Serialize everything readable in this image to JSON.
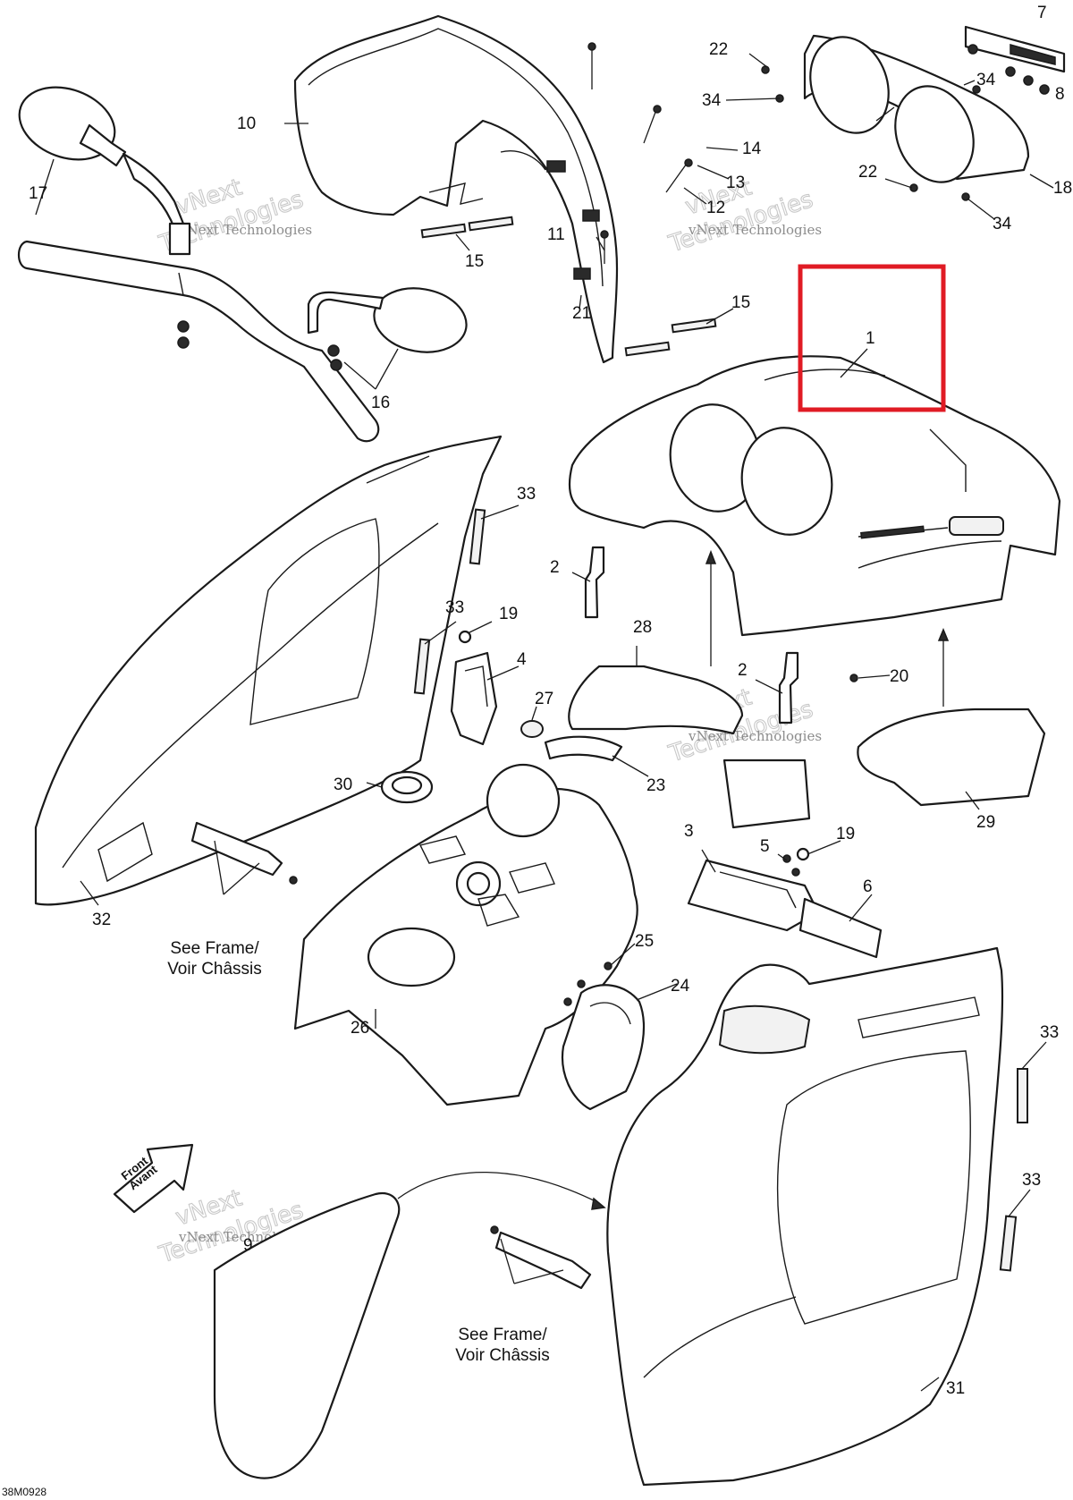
{
  "diagram": {
    "drawing_code": "38M0928",
    "highlight_color": "#e01b24",
    "callouts": [
      {
        "id": "c1",
        "label": "1"
      },
      {
        "id": "c2a",
        "label": "2"
      },
      {
        "id": "c2b",
        "label": "2"
      },
      {
        "id": "c3",
        "label": "3"
      },
      {
        "id": "c4",
        "label": "4"
      },
      {
        "id": "c5",
        "label": "5"
      },
      {
        "id": "c6",
        "label": "6"
      },
      {
        "id": "c7",
        "label": "7"
      },
      {
        "id": "c8",
        "label": "8"
      },
      {
        "id": "c9",
        "label": "9"
      },
      {
        "id": "c10",
        "label": "10"
      },
      {
        "id": "c11",
        "label": "11"
      },
      {
        "id": "c12",
        "label": "12"
      },
      {
        "id": "c13",
        "label": "13"
      },
      {
        "id": "c14",
        "label": "14"
      },
      {
        "id": "c15a",
        "label": "15"
      },
      {
        "id": "c15b",
        "label": "15"
      },
      {
        "id": "c16",
        "label": "16"
      },
      {
        "id": "c17",
        "label": "17"
      },
      {
        "id": "c18",
        "label": "18"
      },
      {
        "id": "c19a",
        "label": "19"
      },
      {
        "id": "c19b",
        "label": "19"
      },
      {
        "id": "c20",
        "label": "20"
      },
      {
        "id": "c21",
        "label": "21"
      },
      {
        "id": "c22a",
        "label": "22"
      },
      {
        "id": "c22b",
        "label": "22"
      },
      {
        "id": "c23",
        "label": "23"
      },
      {
        "id": "c24",
        "label": "24"
      },
      {
        "id": "c25",
        "label": "25"
      },
      {
        "id": "c26",
        "label": "26"
      },
      {
        "id": "c27",
        "label": "27"
      },
      {
        "id": "c28",
        "label": "28"
      },
      {
        "id": "c29",
        "label": "29"
      },
      {
        "id": "c30",
        "label": "30"
      },
      {
        "id": "c31",
        "label": "31"
      },
      {
        "id": "c32",
        "label": "32"
      },
      {
        "id": "c33a",
        "label": "33"
      },
      {
        "id": "c33b",
        "label": "33"
      },
      {
        "id": "c33c",
        "label": "33"
      },
      {
        "id": "c33d",
        "label": "33"
      },
      {
        "id": "c34a",
        "label": "34"
      },
      {
        "id": "c34b",
        "label": "34"
      },
      {
        "id": "c34c",
        "label": "34"
      }
    ],
    "notes": {
      "see_frame_line1": "See Frame/",
      "see_frame_line2": "Voir Châssis"
    },
    "front_arrow": {
      "line1": "Front",
      "line2": "Avant"
    },
    "watermark": {
      "line1": "vNext",
      "line2": "Technologies"
    }
  }
}
